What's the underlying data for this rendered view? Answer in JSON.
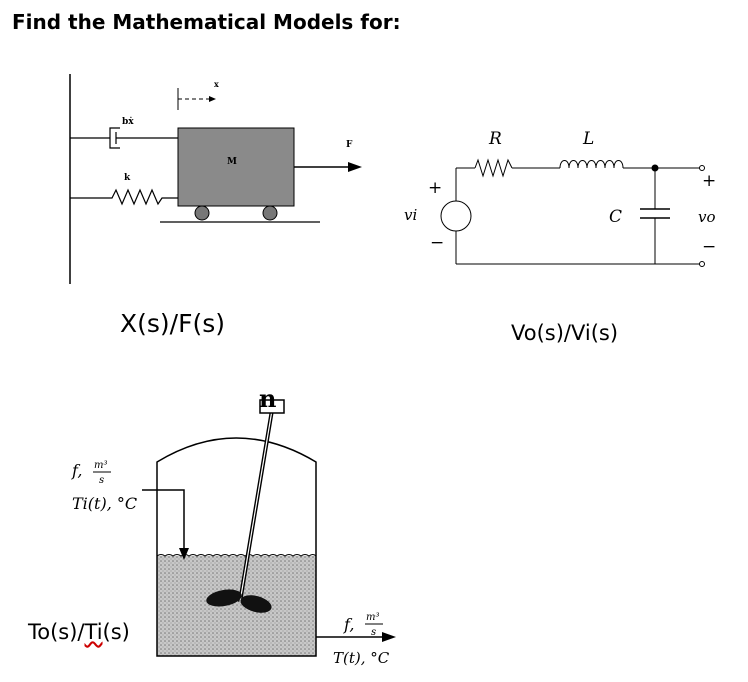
{
  "document": {
    "heading": "Find the Mathematical Models for:"
  },
  "mechanical": {
    "caption": "X(s)/F(s)",
    "damper_label": "bẋ",
    "spring_label": "k",
    "mass_label": "M",
    "force_label": "F",
    "displacement_label": "x"
  },
  "circuit": {
    "caption": "Vo(s)/Vi(s)",
    "resistor_label": "R",
    "inductor_label": "L",
    "capacitor_label": "C",
    "input_label": "vi",
    "output_label": "vo",
    "plus_sign": "+",
    "minus_sign": "−"
  },
  "tank": {
    "caption_prefix": "To(s)/",
    "caption_underlined": "Ti",
    "caption_suffix": "(s)",
    "stirrer_label": "n",
    "inlet_flow": "f,",
    "inlet_flow_units_num": "m³",
    "inlet_flow_units_den": "s",
    "inlet_temp": "Ti(t), °C",
    "outlet_flow": "f,",
    "outlet_flow_units_num": "m³",
    "outlet_flow_units_den": "s",
    "outlet_temp": "T(t), °C"
  }
}
